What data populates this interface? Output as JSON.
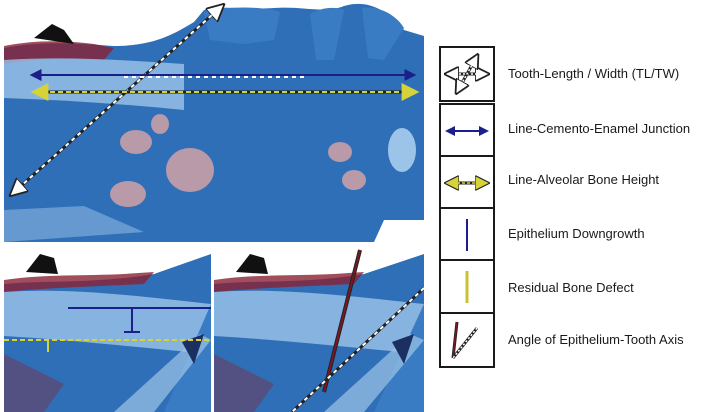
{
  "legend": [
    {
      "label": "Tooth-Length / Width (TL/TW)",
      "icon": "tooth-length-width-icon"
    },
    {
      "label": "Line-Cemento-Enamel Junction",
      "icon": "cemento-enamel-junction-line-icon"
    },
    {
      "label": "Line-Alveolar Bone Height",
      "icon": "alveolar-bone-height-line-icon"
    },
    {
      "label": "Epithelium Downgrowth",
      "icon": "epithelium-downgrowth-icon"
    },
    {
      "label": "Residual Bone Defect",
      "icon": "residual-bone-defect-icon"
    },
    {
      "label": "Angle of Epithelium-Tooth Axis",
      "icon": "epithelium-tooth-axis-angle-icon"
    }
  ],
  "colors": {
    "tissue_blue": "#2f6fb8",
    "tissue_light": "#9cc4e8",
    "tissue_red": "#8a2233",
    "line_navy": "#1b1f8a",
    "line_yellow": "#d6d23a",
    "line_white": "#ffffff",
    "line_darkred": "#7a1722"
  }
}
